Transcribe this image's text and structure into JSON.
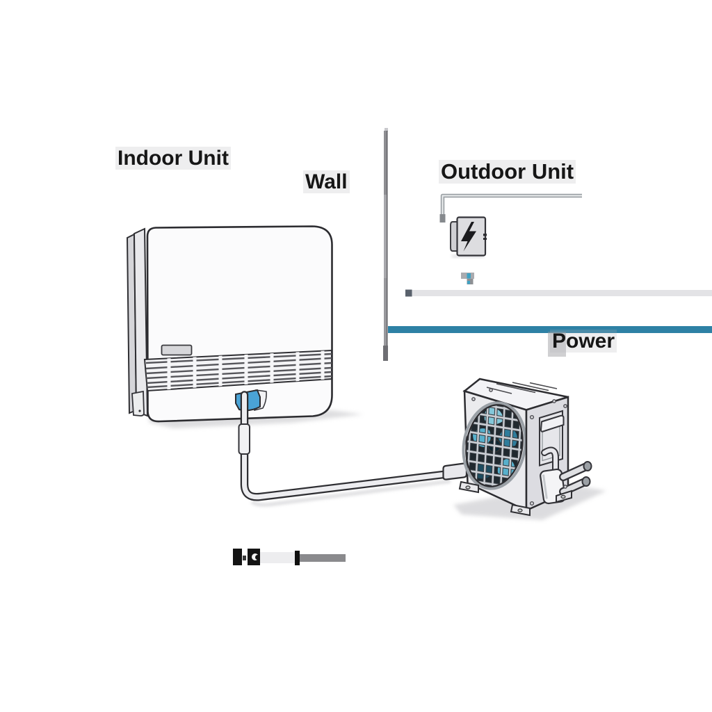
{
  "labels": {
    "indoor_unit": "Indoor Unit",
    "wall": "Wall",
    "outdoor_unit": "Outdoor Unit",
    "power": "Power"
  },
  "colors": {
    "power_line_teal": "#2e81a5",
    "connector_blue": "#4aa3d6",
    "fan_blue_light": "#83c8da",
    "fan_blue_mid": "#57b0cc",
    "fan_blue_dark": "#2e7d9c",
    "fan_blue_deep": "#1d4c60",
    "conduit_gray": "#e3e3e6",
    "wall_gray": "#97979c",
    "outline_dark": "#2c2c30"
  },
  "icons": [
    {
      "name": "lightning-bolt-icon",
      "meaning": "electrical disconnect box"
    }
  ],
  "diagram": {
    "type": "split-air-conditioner-installation",
    "components": [
      "indoor-unit",
      "wall",
      "power-disconnect-box",
      "power-line",
      "conduit-line",
      "refrigerant-pipe",
      "outdoor-unit"
    ]
  }
}
